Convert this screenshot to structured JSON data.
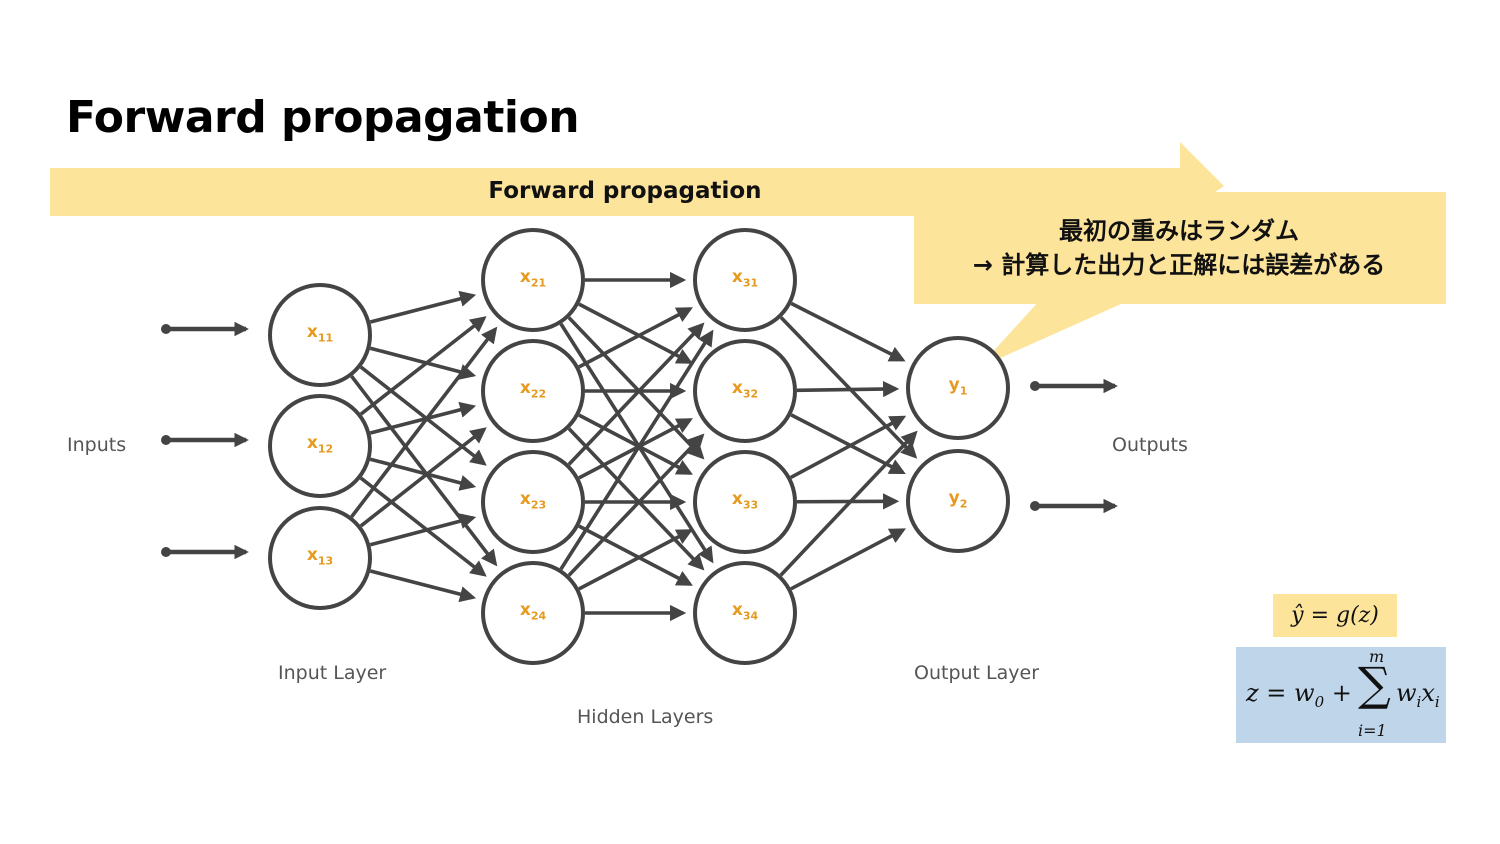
{
  "title": "Forward propagation",
  "banner": {
    "label": "Forward propagation",
    "color": "#fde49b"
  },
  "callout": {
    "line1": "最初の重みはランダム",
    "line2": "→ 計算した出力と正解には誤差がある",
    "color": "#fde49b"
  },
  "labels": {
    "inputs": "Inputs",
    "outputs": "Outputs",
    "input_layer": "Input Layer",
    "hidden_layers": "Hidden Layers",
    "output_layer": "Output Layer"
  },
  "layers": [
    {
      "name": "input",
      "nodes": [
        {
          "base": "x",
          "sub": "11"
        },
        {
          "base": "x",
          "sub": "12"
        },
        {
          "base": "x",
          "sub": "13"
        }
      ]
    },
    {
      "name": "hidden1",
      "nodes": [
        {
          "base": "x",
          "sub": "21"
        },
        {
          "base": "x",
          "sub": "22"
        },
        {
          "base": "x",
          "sub": "23"
        },
        {
          "base": "x",
          "sub": "24"
        }
      ]
    },
    {
      "name": "hidden2",
      "nodes": [
        {
          "base": "x",
          "sub": "31"
        },
        {
          "base": "x",
          "sub": "32"
        },
        {
          "base": "x",
          "sub": "33"
        },
        {
          "base": "x",
          "sub": "34"
        }
      ]
    },
    {
      "name": "output",
      "nodes": [
        {
          "base": "y",
          "sub": "1"
        },
        {
          "base": "y",
          "sub": "2"
        }
      ]
    }
  ],
  "formulas": {
    "yhat": "ŷ = g(z)",
    "z_lhs_var": "z = w",
    "z_lhs_sub": "0",
    "z_plus": " +",
    "sum_symbol": "∑",
    "sum_upper": "m",
    "sum_lower": "i=1",
    "z_rhs_w": "w",
    "z_rhs_w_sub": "i",
    "z_rhs_x": "x",
    "z_rhs_x_sub": "i",
    "yhat_color": "#fde49b",
    "z_color": "#bfd5ea"
  },
  "colors": {
    "node_stroke": "#444444",
    "node_label": "#e69a1f",
    "edge": "#444444"
  }
}
